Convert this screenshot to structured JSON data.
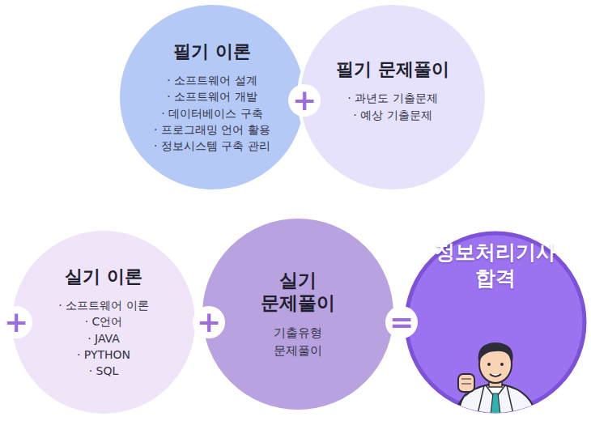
{
  "diagram": {
    "nodes": [
      {
        "text": [
          "필기 이론",
          "· 소프트웨어 설계",
          "· 소프트웨어 개발",
          "· 데이터베이스 구축",
          "· 프로그래밍 언어 활용",
          "· 정보시스템 구축 관리"
        ]
      },
      {
        "text": [
          "필기 문제풀이",
          "· 과년도 기출문제",
          "· 예상 기출문제"
        ]
      },
      {
        "text": [
          "실기 이론",
          "· 소프트웨어 이론",
          "· C언어",
          "· JAVA",
          "· PYTHON",
          "· SQL"
        ]
      },
      {
        "text": [
          "실기 문제풀이",
          "기출유형 문제풀이"
        ]
      },
      {
        "text": [
          "정보처리기사 합격"
        ]
      }
    ],
    "labels": [
      "+",
      "+",
      "+",
      "="
    ]
  }
}
